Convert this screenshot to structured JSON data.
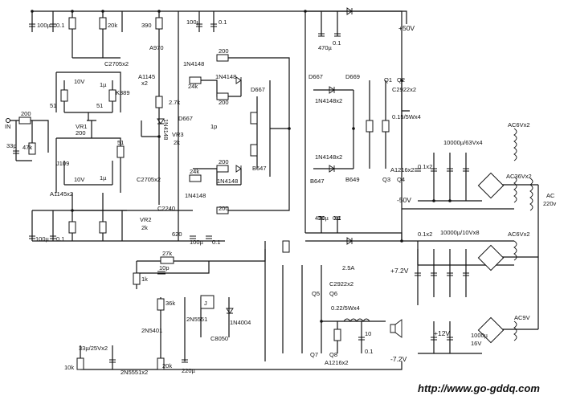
{
  "labels": {
    "cap_100u_tl": "100µ",
    "cap_01_tl": "0.1",
    "res_20k": "20k",
    "res_390": "390",
    "cap_100u_tm": "100µ",
    "cap_01_tm": "0.1",
    "a970": "A970",
    "c2705x2_top": "C2705x2",
    "d1n4148_a": "1N4148",
    "a1145x2_top": "A1145",
    "x2": "x2",
    "res_24k_top": "24k",
    "res_200_a": "200",
    "res_200_b": "200",
    "d1n4148_b": "1N4148",
    "d667_top": "D667",
    "d667_out": "D667",
    "d1n4148x2_top": "1N4148x2",
    "d669": "D669",
    "q1": "Q1",
    "q2": "Q2",
    "c2922x2_top": "C2922x2",
    "v10_top": "10V",
    "cap_1p_top": "1µ",
    "k389": "K389",
    "res_51_a": "51",
    "res_51_b": "51",
    "res_27k": "2.7k",
    "d1n4148_v": "1N4148",
    "d667_mid": "D667",
    "cap_1p_mid": "1p",
    "vr3": "VR3",
    "vr3_val": "2k",
    "emitter_res": "0.15/5Wx4",
    "cap_470u_top": "470µ",
    "cap_01_top2": "0.1",
    "plus50v": "+50V",
    "in": "IN",
    "res_200_in": "200",
    "vr1": "VR1",
    "vr1_val": "200",
    "cap_33p": "33p",
    "res_47k": "47k",
    "res_51_c": "51",
    "j109": "J109",
    "v10_bot": "10V",
    "cap_1p_bot": "1µ",
    "a1145x2_bot": "A1145x2",
    "res_200_c": "200",
    "res_200_d": "200",
    "b647_mid": "B647",
    "d1n4148x2_bot": "1N4148x2",
    "b649": "B649",
    "a1216x2_top": "A1216x2",
    "q3": "Q3",
    "q4": "Q4",
    "c2705x2_bot": "C2705x2",
    "res_24k_bot": "24k",
    "d1n4148_c": "1N4148",
    "d1n4148_d": "1N4148",
    "b647_out": "B647",
    "c2240": "C2240",
    "cap_01x2_top": "0.1x2",
    "cap_10000u_63v": "10000µ/63Vx4",
    "ac6vx2": "AC6Vx2",
    "ac36vx2": "AC36Vx2",
    "ac": "AC",
    "ac220v": "220v",
    "minus50v": "-50V",
    "cap_470u_bot": "470µ",
    "cap_01_bot": "0.1",
    "vr2": "VR2",
    "vr2_val": "2k",
    "res_620": "620",
    "cap_100u_bm": "100µ",
    "cap_01_bm": "0.1",
    "cap_100u_bl": "100µ",
    "cap_01_bl": "0.1",
    "cap_01x2_bot": "0.1x2",
    "cap_10000u_10v": "10000µ/10Vx8",
    "ac6vx2_b": "AC6Vx2",
    "res_27k_fb": "27k",
    "cap_10p": "10p",
    "res_1k": "1k",
    "plus72v": "+7.2V",
    "res_25a": "2.5A",
    "c2922x2_bot": "C2922x2",
    "q5": "Q5",
    "q6": "Q6",
    "res_36k": "36k",
    "relay": "J",
    "d1n4004": "1N4004",
    "q_2n5551": "2N5551",
    "q_2n5401": "2N5401",
    "q_c8050": "C8050",
    "cap_33p_25v": "33µ/25Vx2",
    "q_2n5551x2": "2N5551x2",
    "res_10k": "10k",
    "res_20k_b": "20k",
    "cap_220u": "220µ",
    "emitter_res_b": "0.22/5Wx4",
    "cap_10": "10",
    "cap_01_out": "0.1",
    "plus12v": "+12V",
    "cap_1000u": "1000µ",
    "cap_16v": "16V",
    "ac9v": "AC9V",
    "q7": "Q7",
    "q8": "Q8",
    "a1216x2_bot": "A1216x2",
    "minus72v": "-7.2V",
    "watermark": "http://www.go-gddq.com"
  }
}
